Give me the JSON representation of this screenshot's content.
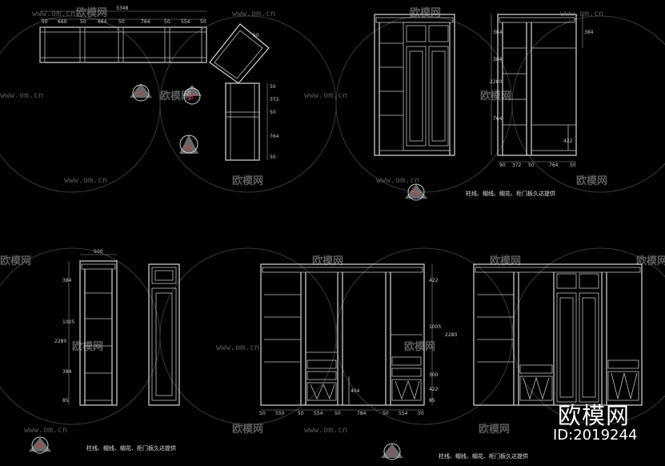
{
  "watermark": {
    "logo_text": "欧模网",
    "url_text": "www.om.cn"
  },
  "brand": {
    "name": "欧模网",
    "id": "ID:2019244"
  },
  "plan": {
    "total": "3348",
    "segments": [
      "50",
      "660",
      "50",
      "664",
      "50",
      "764",
      "50",
      "554",
      "50"
    ],
    "angled": "50",
    "right_dims": [
      "50",
      "372",
      "50",
      "764",
      "50"
    ],
    "marker_c": "C",
    "marker_b": "B",
    "marker_a": "A"
  },
  "elev_a": {
    "marker": "A",
    "caption": "柱线、帽线、帽花、柜门板久达提供",
    "side_dims": [
      "384",
      "2280",
      "384",
      "764"
    ],
    "bottom_dims": [
      "90",
      "372",
      "50",
      "764",
      "50"
    ],
    "inner_dim": "422"
  },
  "elev_b": {
    "marker": "B",
    "caption": "柱线、帽线、帽花、柜门板久达提供",
    "top_dim": "500",
    "side_dims": [
      "384",
      "1005",
      "2280",
      "384",
      "85"
    ]
  },
  "elev_c": {
    "marker": "C",
    "caption": "柱线、帽线、帽花、柜门板久达提供",
    "bottom_dims": [
      "50",
      "550",
      "50",
      "554",
      "50",
      "784",
      "50",
      "554",
      "50"
    ],
    "side_dims": [
      "422",
      "1005",
      "2280",
      "300",
      "422",
      "85"
    ],
    "inner_dim": "404"
  },
  "colors": {
    "line": "#d8d8d8",
    "background": "#000000",
    "marker_red": "#e03030",
    "watermark": "#5a5a5a"
  }
}
